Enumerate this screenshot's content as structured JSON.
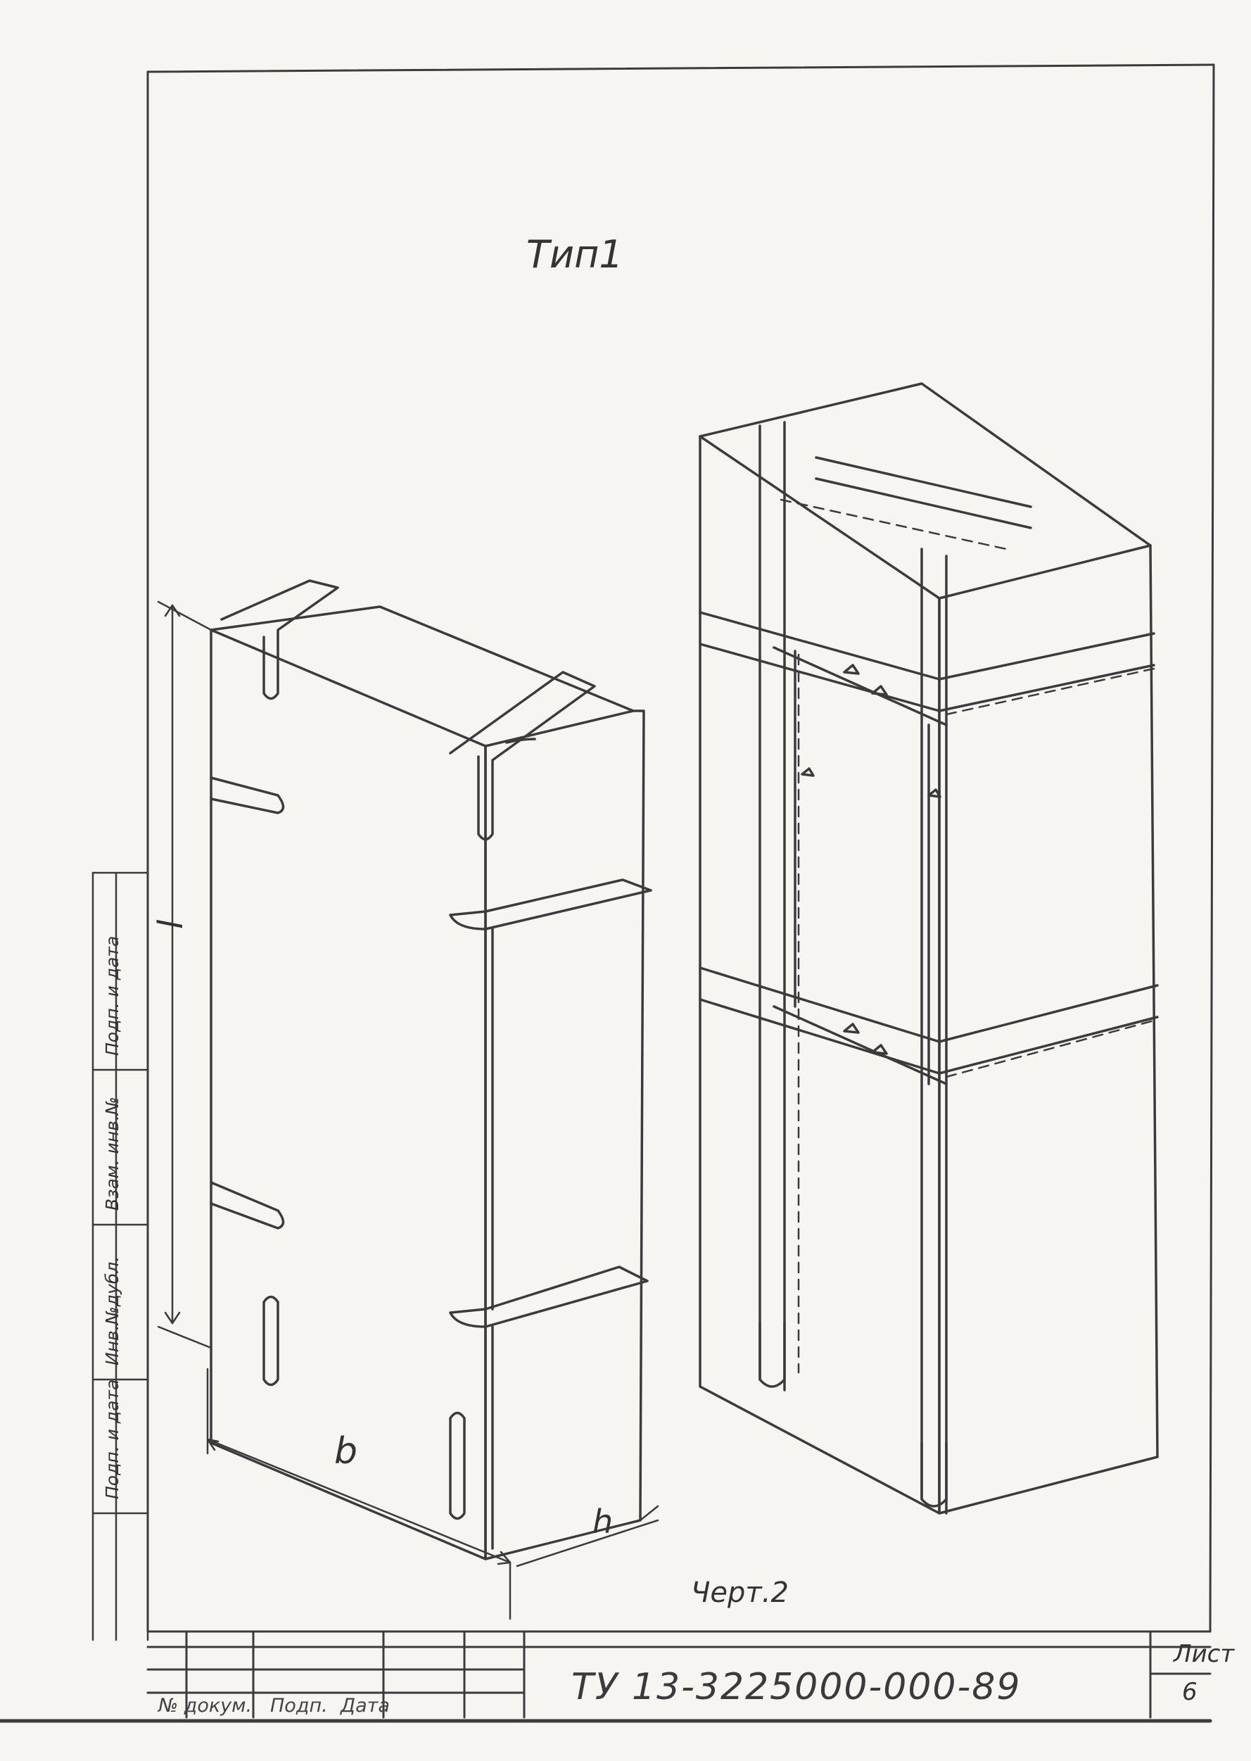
{
  "drawing": {
    "type_title": "Тип1",
    "caption": "Черт.2",
    "dimensions": {
      "height_label": "l",
      "width_label": "b",
      "depth_label": "h"
    }
  },
  "side_stamp": {
    "labels": [
      "Подп. и дата",
      "Взам. инв.№",
      "Инв.№дубл.",
      "Подп. и дата"
    ]
  },
  "title_block": {
    "document_number": "ТУ 13-3225000-000-89",
    "sheet_label": "Лист",
    "sheet_number": "6",
    "columns": [
      "№ докум.",
      "Подп.",
      "Дата"
    ]
  },
  "colors": {
    "line": "#3b3b3b",
    "paper": "#f6f5f1"
  }
}
